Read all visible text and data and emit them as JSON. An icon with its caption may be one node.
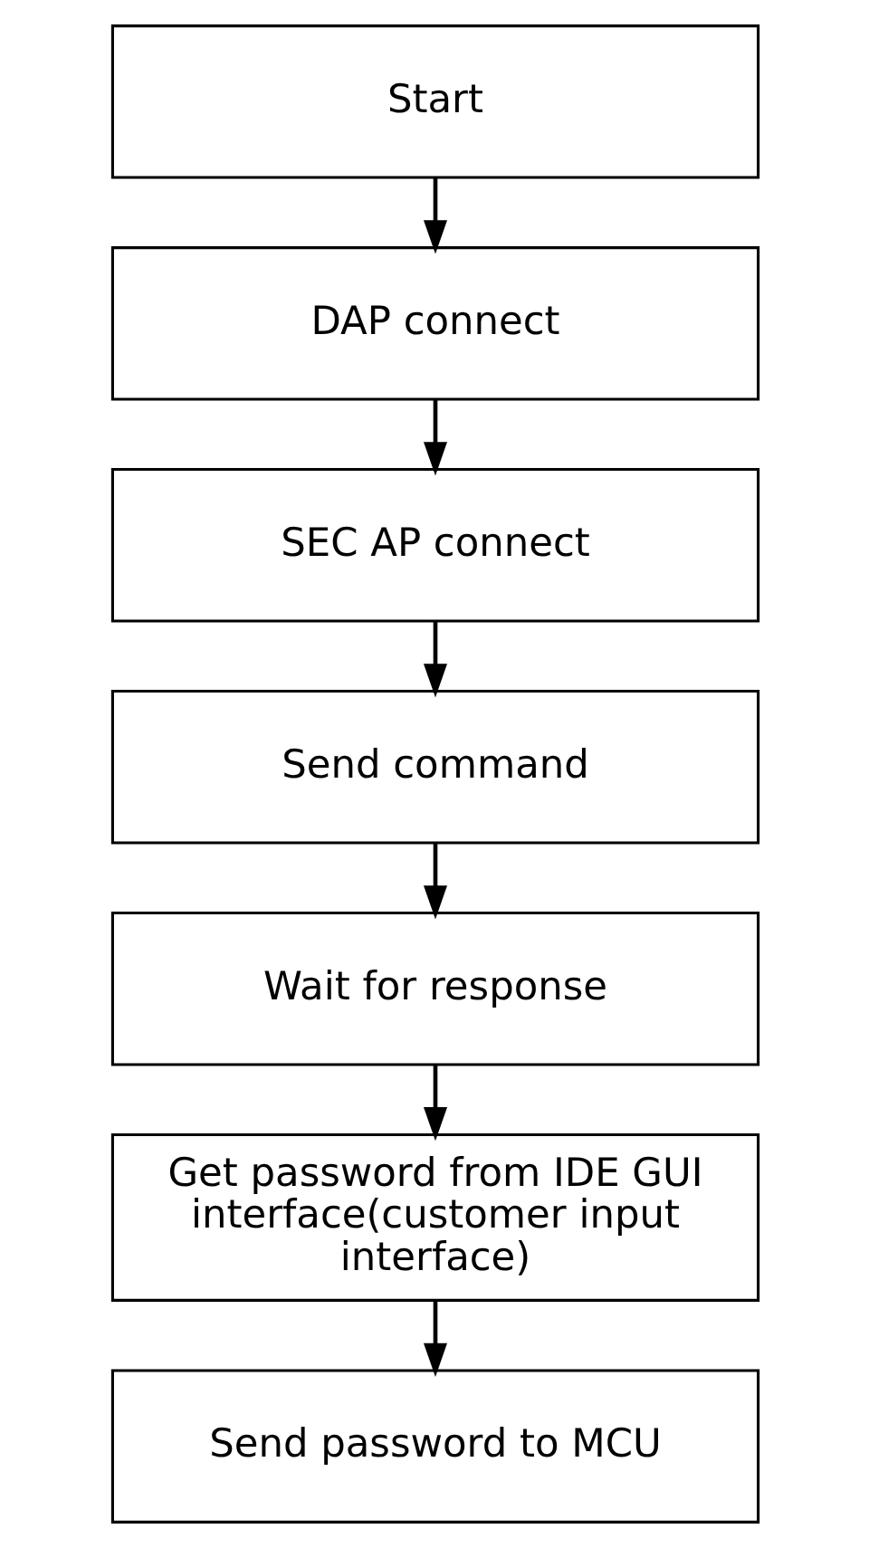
{
  "diagram": {
    "nodes": [
      {
        "text": [
          "Start"
        ]
      },
      {
        "text": [
          "DAP connect"
        ]
      },
      {
        "text": [
          "SEC AP connect"
        ]
      },
      {
        "text": [
          "Send command"
        ]
      },
      {
        "text": [
          "Wait for response"
        ]
      },
      {
        "text": [
          "Get password from IDE GUI interface(customer input interface)"
        ]
      },
      {
        "text": [
          "Send password to MCU"
        ]
      }
    ],
    "edges": [
      {
        "from": 0,
        "to": 1,
        "arrow": "to"
      },
      {
        "from": 1,
        "to": 2,
        "arrow": "to"
      },
      {
        "from": 2,
        "to": 3,
        "arrow": "to"
      },
      {
        "from": 3,
        "to": 4,
        "arrow": "to"
      },
      {
        "from": 4,
        "to": 5,
        "arrow": "to"
      },
      {
        "from": 5,
        "to": 6,
        "arrow": "to"
      }
    ]
  }
}
